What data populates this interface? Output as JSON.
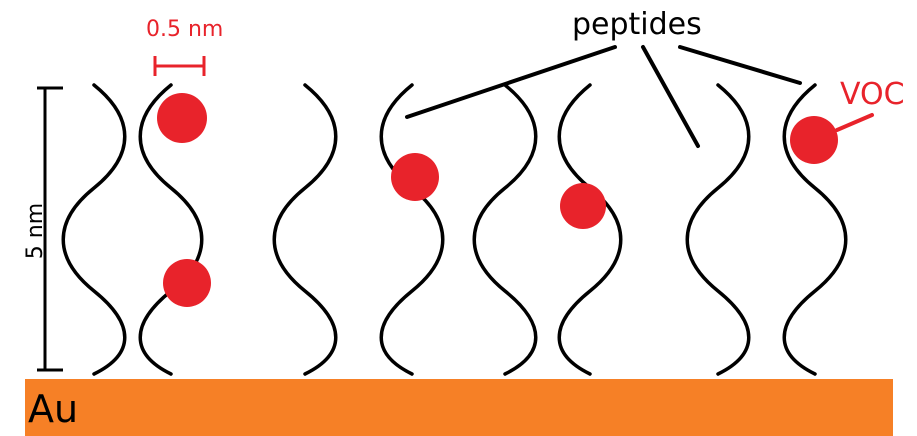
{
  "labels": {
    "scale": "0.5 nm",
    "height": "5 nm",
    "peptides": "peptides",
    "voc": "VOC",
    "substrate": "Au"
  },
  "colors": {
    "substrate": "#F68026",
    "voc": "#E8232B",
    "annotation": "#E8232B",
    "ink": "#000000"
  }
}
